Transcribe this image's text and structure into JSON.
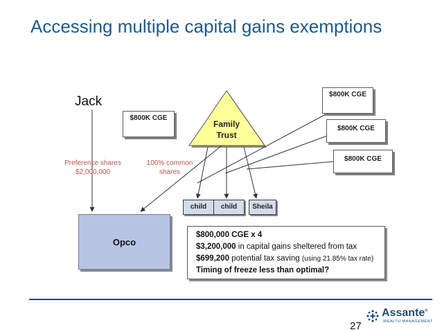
{
  "slide": {
    "title": "Accessing multiple capital gains exemptions",
    "page_number": "27"
  },
  "diagram": {
    "jack_label": "Jack",
    "jack_cge": "$800K CGE",
    "trust_line1": "Family",
    "trust_line2": "Trust",
    "preference_label_1": "Preference shares",
    "preference_label_2": "$2,000,000",
    "common_label_1": "100% common",
    "common_label_2": "shares",
    "children": [
      "child",
      "child",
      "Sheila"
    ],
    "beneficiary_cges": [
      "$800K CGE",
      "$800K CGE",
      "$800K CGE"
    ],
    "opco_label": "Opco"
  },
  "summary": {
    "line1": "$800,000 CGE x 4",
    "line2_bold": "$3,200,000",
    "line2_rest": " in capital gains sheltered from tax",
    "line3_bold": "$699,200",
    "line3_rest": " potential tax saving ",
    "line3_note": "(using 21.85% tax rate)",
    "line4": "Timing of freeze less than optimal?"
  },
  "logo": {
    "name": "Assante",
    "registered": "®",
    "tagline": "WEALTH MANAGEMENT"
  },
  "colors": {
    "title": "#1f5a87",
    "trust_fill": "#ffff99",
    "label_red": "#c0504d",
    "opco_fill": "#b7c4e4",
    "brand": "#1f4e7a"
  }
}
